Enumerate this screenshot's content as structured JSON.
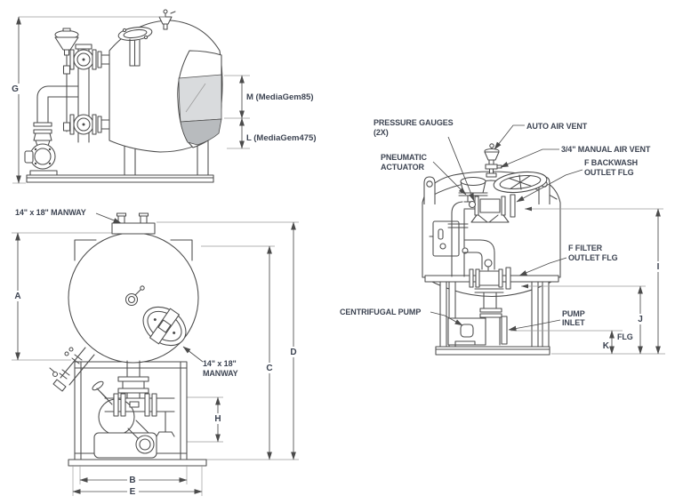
{
  "colors": {
    "background": "#ffffff",
    "line": "#4b4b4b",
    "thin_line": "#9a9a9a",
    "label_text": "#3d4452",
    "media_upper_fill": "#d9dbdd",
    "media_lower_fill": "#b8bbbe"
  },
  "side_view": {
    "dim_g": "G",
    "media_m_label": "M (MediaGem85)",
    "media_l_label": "L (MediaGem475)"
  },
  "front_view": {
    "manway_top_label": "14\" x 18\" MANWAY",
    "manway_front_label_line1": "14\" x 18\"",
    "manway_front_label_line2": "MANWAY",
    "dim_a": "A",
    "dim_b": "B",
    "dim_c": "C",
    "dim_d": "D",
    "dim_e": "E",
    "dim_h": "H"
  },
  "end_view": {
    "pressure_gauges_line1": "PRESSURE GAUGES",
    "pressure_gauges_line2": "(2X)",
    "auto_air_vent": "AUTO AIR VENT",
    "manual_air_vent": "3/4\" MANUAL AIR VENT",
    "backwash_line1": "F BACKWASH",
    "backwash_line2": "OUTLET FLG",
    "pneumatic_line1": "PNEUMATIC",
    "pneumatic_line2": "ACTUATOR",
    "filter_line1": "F FILTER",
    "filter_line2": "OUTLET FLG",
    "centrifugal_pump": "CENTRIFUGAL PUMP",
    "pump_inlet_line1": "PUMP",
    "pump_inlet_line2": "INLET",
    "pump_inlet_line3": "FLG",
    "dim_i": "I",
    "dim_j": "J",
    "dim_k": "K"
  }
}
